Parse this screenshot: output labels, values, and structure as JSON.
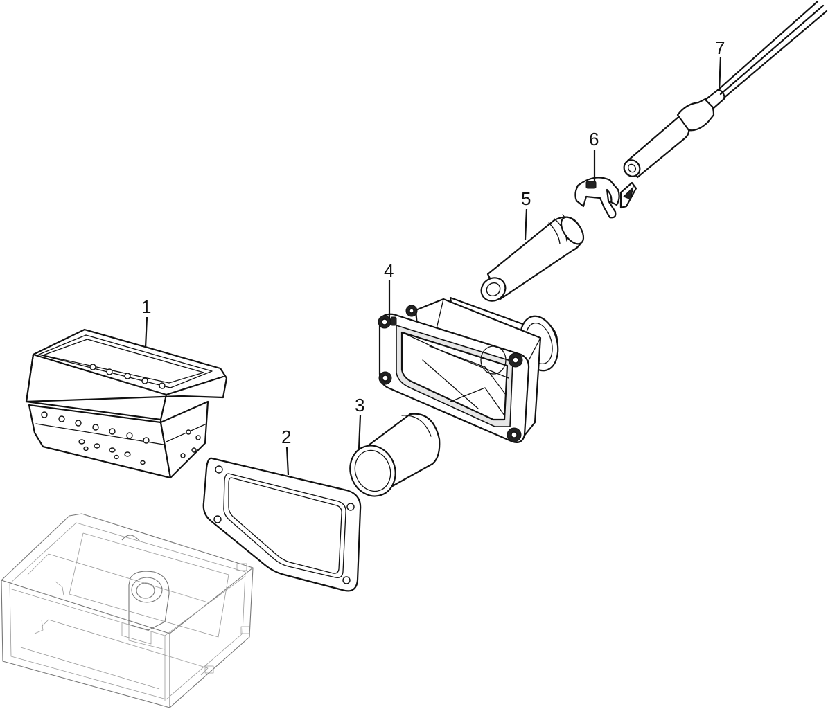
{
  "callouts": [
    {
      "number": "1"
    },
    {
      "number": "2"
    },
    {
      "number": "3"
    },
    {
      "number": "4"
    },
    {
      "number": "5"
    },
    {
      "number": "6"
    },
    {
      "number": "7"
    }
  ],
  "colors": {
    "line": "#111111",
    "ghost": "#777777",
    "background": "#ffffff"
  }
}
